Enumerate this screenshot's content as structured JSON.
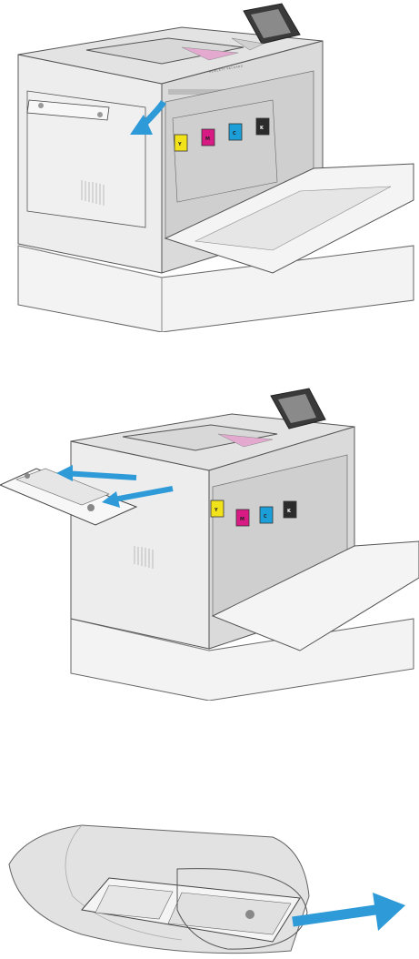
{
  "steps": [
    {
      "label": "",
      "illustration": "printer-right-door-open-remove-collection-unit-cover"
    },
    {
      "label": "",
      "illustration": "printer-pull-out-toner-collection-unit"
    },
    {
      "label": "",
      "illustration": "toner-collection-unit-into-plastic-bag"
    }
  ],
  "cartridge_labels": [
    "Y",
    "M",
    "C",
    "K"
  ],
  "colors": {
    "yellow": "#f2e21a",
    "magenta": "#d81b84",
    "cyan": "#1c9fd8",
    "black": "#2b2b2b",
    "arrow": "#2e9ad8",
    "outline": "#555555",
    "panel": "#eeeeee"
  }
}
